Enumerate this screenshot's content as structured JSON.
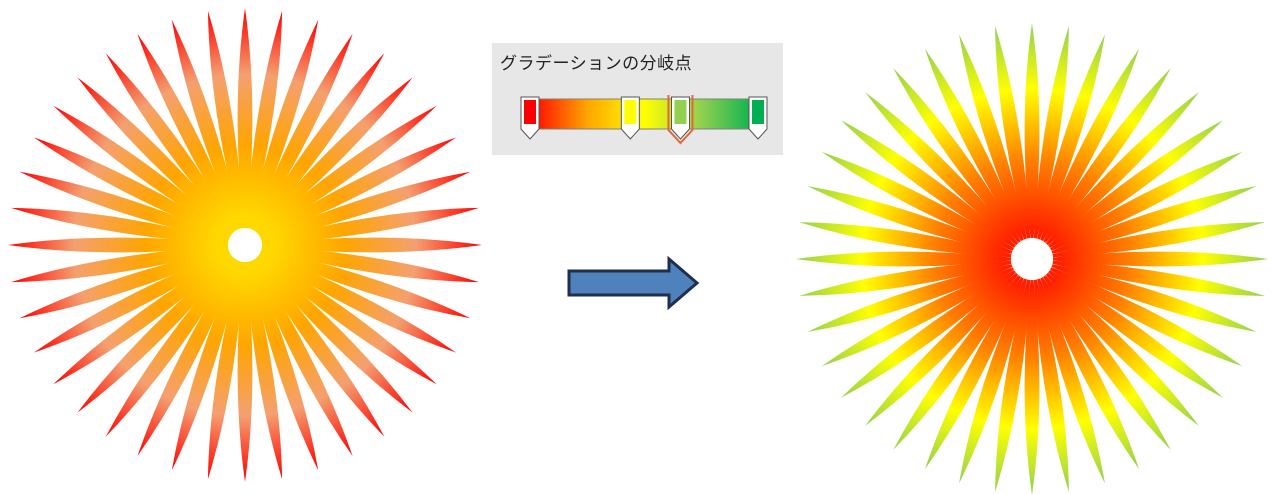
{
  "gradient_panel": {
    "label": "グラデーションの分岐点",
    "bar_stops": [
      "#ff0000",
      "#ffa500",
      "#ffff00",
      "#92d050",
      "#00b050"
    ],
    "stop_markers": [
      {
        "color": "#ff0000",
        "position": 0.0,
        "selected": false
      },
      {
        "color": "#ffff00",
        "position": 0.44,
        "selected": false
      },
      {
        "color": "#92d050",
        "position": 0.66,
        "selected": true
      },
      {
        "color": "#00b050",
        "position": 1.0,
        "selected": false
      }
    ],
    "selected_outline_color": "#e2673a",
    "background_color": "#e7e7e7"
  },
  "before_burst": {
    "spoke_count": 40,
    "center_color": "#ffffff",
    "stops": [
      "#ffd800",
      "#ffa500",
      "#f4a070",
      "#ff0000"
    ]
  },
  "after_burst": {
    "spoke_count": 40,
    "center_color": "#ffffff",
    "stops": [
      "#ff2000",
      "#ff8000",
      "#ffff00",
      "#92d050"
    ]
  },
  "arrow": {
    "fill": "#4f81bd",
    "stroke": "#1f2f4d",
    "direction": "right"
  }
}
